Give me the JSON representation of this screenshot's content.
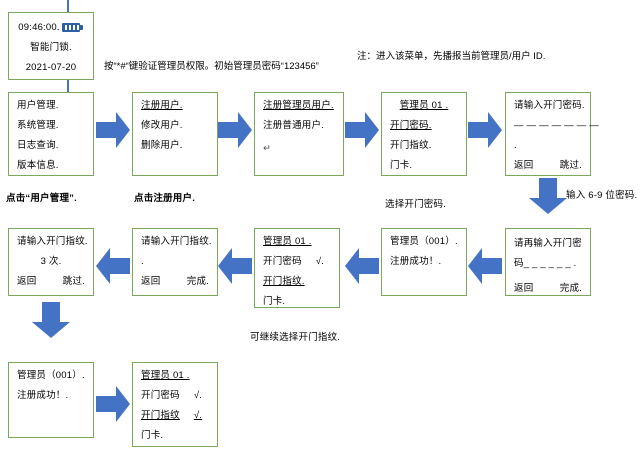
{
  "colors": {
    "box_border": "#7BA85B",
    "arrow_fill": "#4472C4",
    "battery": "#2E5FA3",
    "text": "#000000"
  },
  "notes": {
    "admin_key": "按“*#“键验证管理员权限。初始管理员密码“123456”",
    "menu_id": "注：进入该菜单，先播报当前管理员/用户 ID."
  },
  "captions": {
    "click_user_manage": "点击“用户管理”.",
    "click_register_user": "点击注册用户.",
    "select_door_password": "选择开门密码.",
    "enter_6_9_digit": "输入 6-9 位密码.",
    "continue_fingerprint": "可继续选择开门指纹."
  },
  "screens": {
    "standby": {
      "time": "09:46:00.",
      "title": "智能门锁.",
      "date": "2021-07-20",
      "battery_icon": "battery-icon"
    },
    "main_menu": {
      "items": [
        "用户管理.",
        "系统管理.",
        "日志查询.",
        "版本信息."
      ]
    },
    "user_menu": {
      "items": [
        "注册用户.",
        "修改用户.",
        "删除用户."
      ]
    },
    "register_menu": {
      "items": [
        "注册管理员用户.",
        "注册普通用户."
      ],
      "pilcrow": "↵"
    },
    "admin_options_1": {
      "title": "管理员 01 .",
      "rows": [
        {
          "label": "开门密码.",
          "check": ""
        },
        {
          "label": "开门指纹.",
          "check": ""
        },
        {
          "label": "门卡.",
          "check": ""
        }
      ]
    },
    "enter_password": {
      "prompt": "请输入开门密码.",
      "dashes": "— — — — — — —",
      "blank": ".",
      "back": "返回",
      "skip": "跳过."
    },
    "confirm_password": {
      "prompt": "请再输入开门密",
      "prompt2": "码_ _ _ _ _ _ .",
      "back": "返回",
      "done": "完成."
    },
    "register_success_1": {
      "line1": "管理员（001）.",
      "line2": "注册成功！."
    },
    "admin_options_2": {
      "title": "管理员 01 .",
      "rows": [
        {
          "label": "开门密码",
          "check": "√."
        },
        {
          "label": "开门指纹.",
          "check": ""
        },
        {
          "label": "门卡.",
          "check": ""
        }
      ]
    },
    "enter_fingerprint": {
      "prompt": "请输入开门指纹.",
      "blank": ".",
      "back": "返回",
      "done": "完成."
    },
    "enter_fingerprint_3": {
      "prompt": "请输入开门指纹.",
      "times": "3 次.",
      "back": "返回",
      "skip": "跳过."
    },
    "register_success_2": {
      "line1": "管理员（001）.",
      "line2": "注册成功！."
    },
    "admin_options_3": {
      "title": "管理员 01 .",
      "rows": [
        {
          "label": "开门密码",
          "check": "√."
        },
        {
          "label": "开门指纹",
          "check": "√."
        },
        {
          "label": "门卡.",
          "check": ""
        }
      ]
    }
  }
}
